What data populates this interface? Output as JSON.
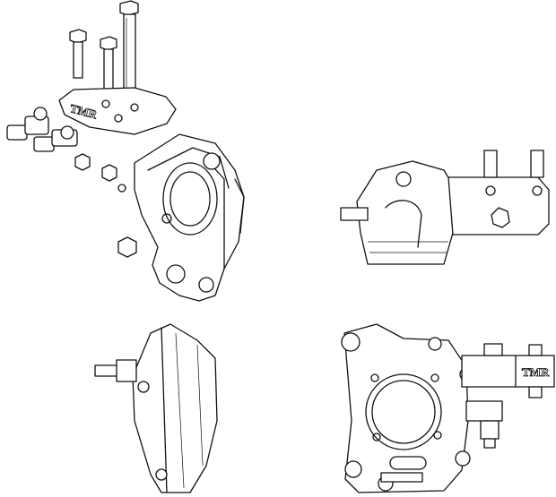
{
  "drawing": {
    "brand_logo": "TMR",
    "views": [
      "exploded-isometric",
      "rear-side",
      "front-side",
      "face-on"
    ],
    "line_color": "#111111",
    "background": "#ffffff"
  }
}
